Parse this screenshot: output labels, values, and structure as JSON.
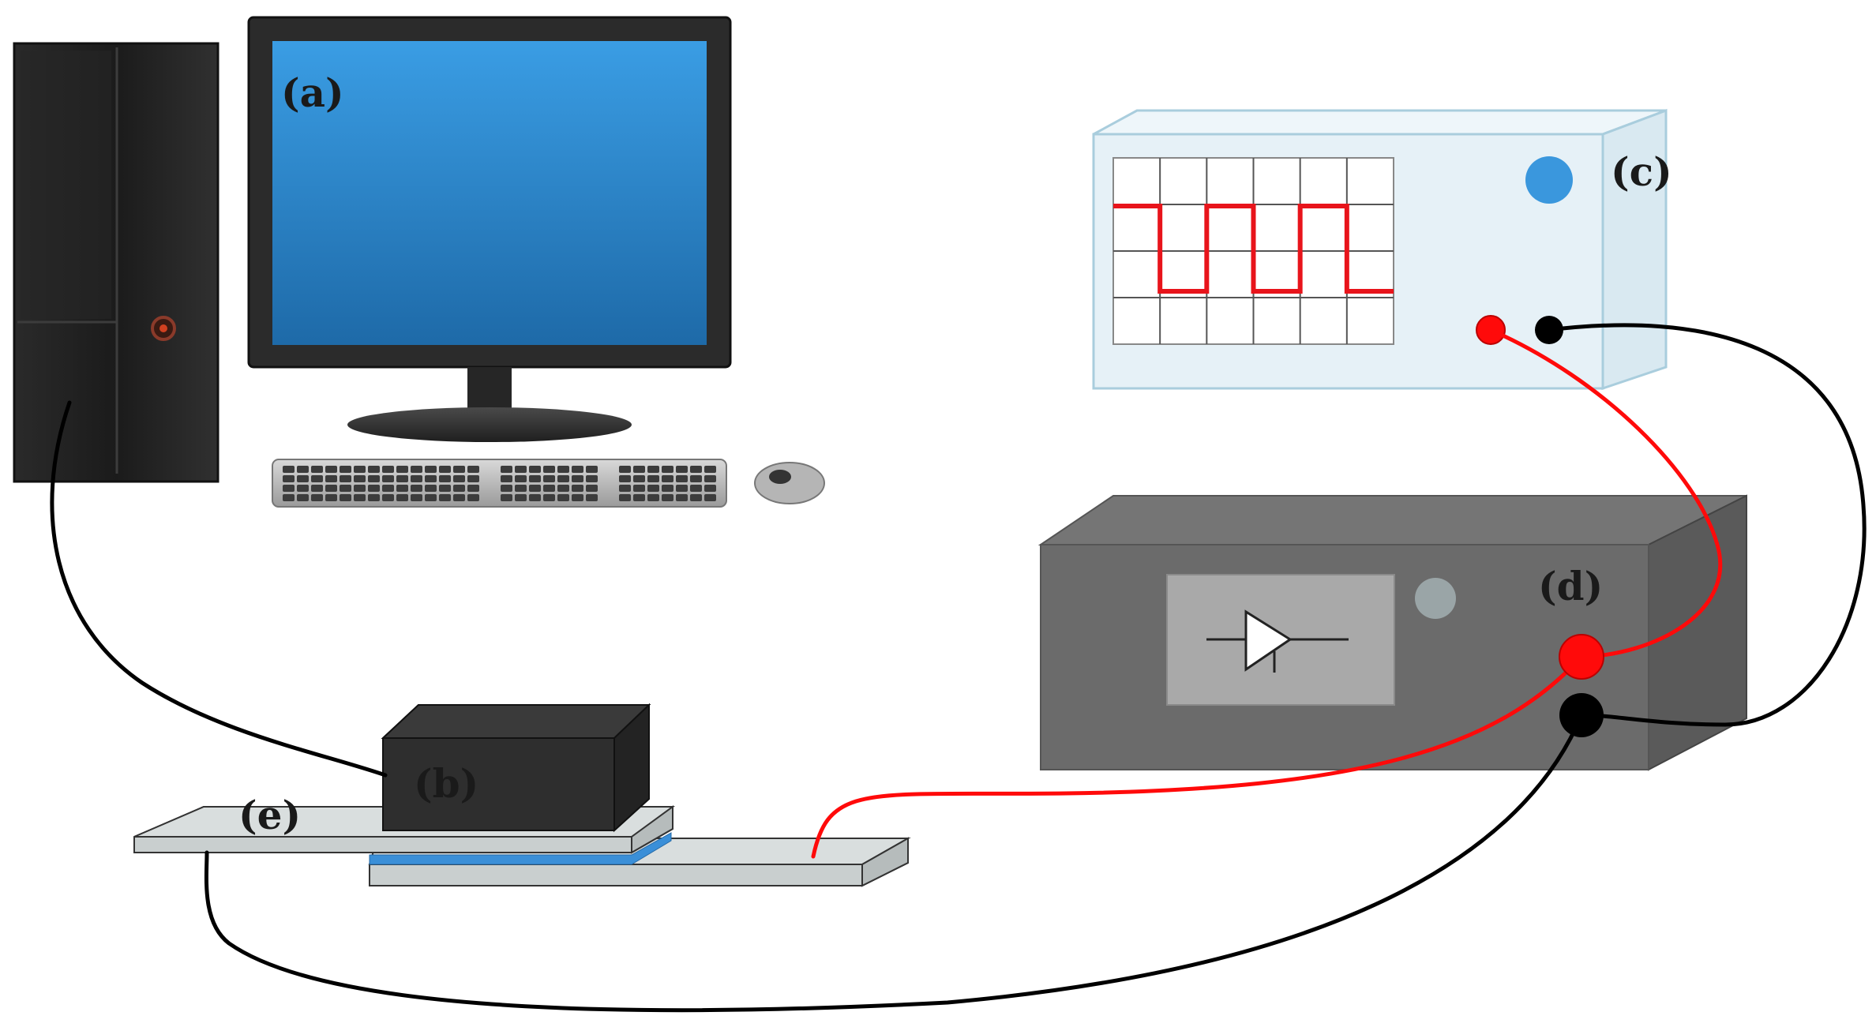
{
  "labels": {
    "computer": "(a)",
    "actuator": "(b)",
    "oscilloscope": "(c)",
    "amplifier": "(d)",
    "beam": "(e)"
  },
  "colors": {
    "monitor_screen": "#2f8fd6",
    "signal_trace": "#e8141b",
    "red_lead": "#ff0a0a",
    "black_lead": "#000000",
    "oscilloscope_body": "#e6f1f7",
    "oscilloscope_knob": "#3a97dd",
    "amplifier_body": "#6b6b6b",
    "amplifier_knob": "#9aa5a7",
    "piezo_layer": "#3a8fd8",
    "beam": "#c9cfcf",
    "actuator_block": "#2e2e2e",
    "tower": "#222222"
  },
  "icons": {
    "amplifier_display": "op-amp-triangle-icon",
    "oscilloscope_display": "square-wave-icon"
  }
}
